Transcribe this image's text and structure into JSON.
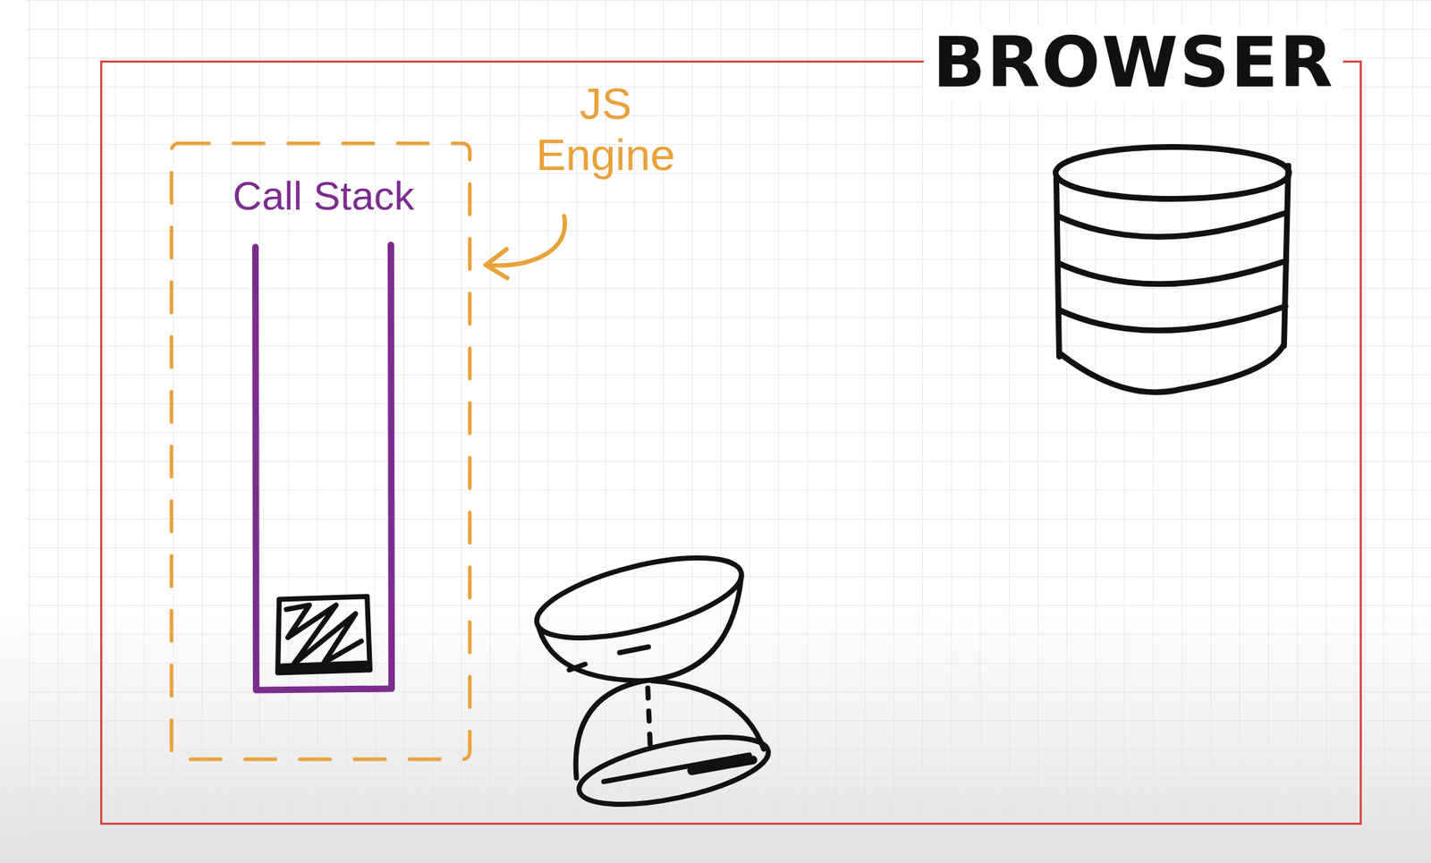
{
  "diagram": {
    "nodes": [
      {
        "text": [
          "BROWSER"
        ]
      },
      {
        "text": [
          "JS Engine"
        ],
        "in": 0
      },
      {
        "text": [
          "Call Stack"
        ],
        "in": 1
      }
    ]
  }
}
